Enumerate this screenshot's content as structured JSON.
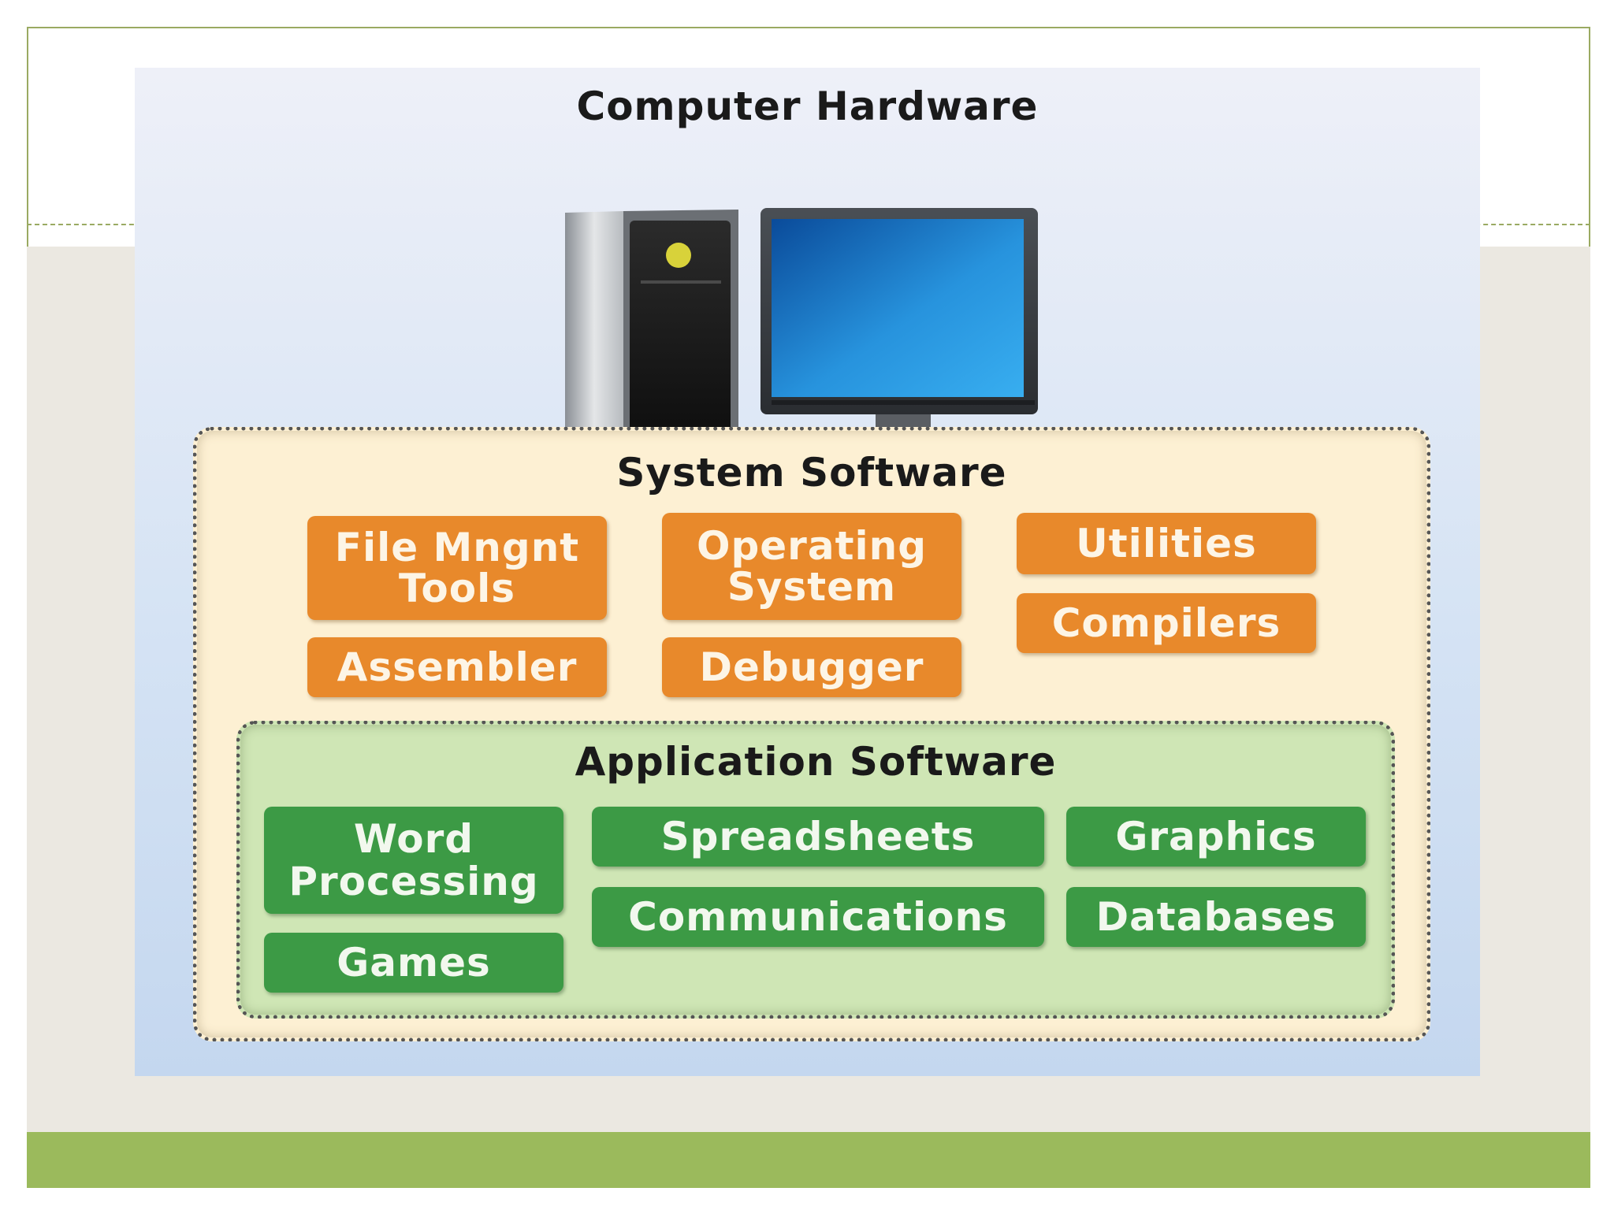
{
  "hardware": {
    "title": "Computer Hardware"
  },
  "system_software": {
    "title": "System Software",
    "items": [
      "File Mngnt\nTools",
      "Operating\nSystem",
      "Utilities",
      "Compilers",
      "Assembler",
      "Debugger"
    ]
  },
  "application_software": {
    "title": "Application Software",
    "items": [
      "Word\nProcessing",
      "Spreadsheets",
      "Graphics",
      "Communications",
      "Databases",
      "Games"
    ]
  },
  "colors": {
    "frame_border": "#9aaa62",
    "slide_band": "#ebe8e1",
    "footer_bar": "#9bba5c",
    "system_box": "#e8892b",
    "system_panel": "#fdf0d3",
    "application_box": "#3c9a45",
    "application_panel": "#cfe6b5"
  },
  "icons": [
    "computer-tower-icon",
    "monitor-icon"
  ]
}
